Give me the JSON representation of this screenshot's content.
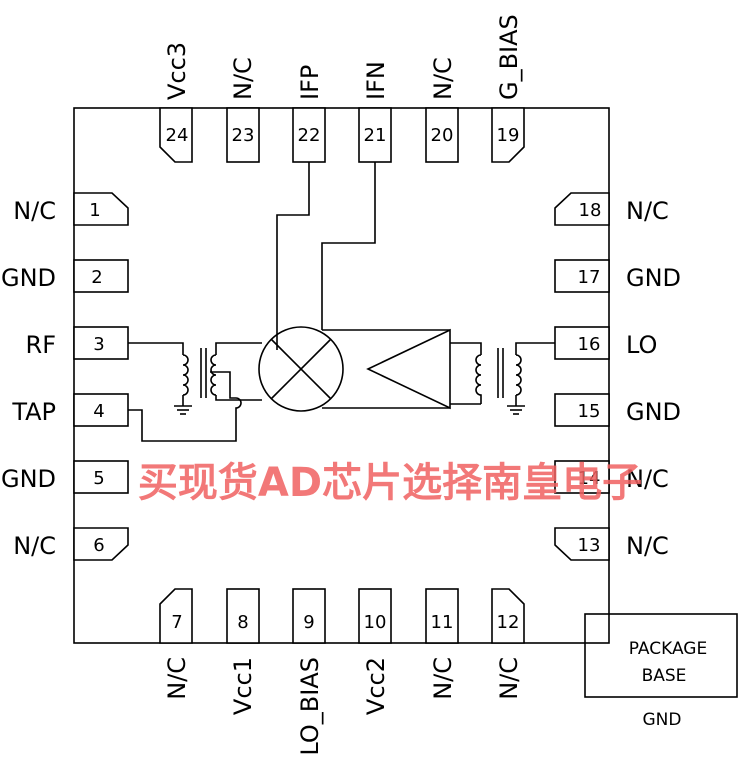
{
  "pins": {
    "p1": {
      "num": "1",
      "label": "N/C"
    },
    "p2": {
      "num": "2",
      "label": "GND"
    },
    "p3": {
      "num": "3",
      "label": "RF"
    },
    "p4": {
      "num": "4",
      "label": "TAP"
    },
    "p5": {
      "num": "5",
      "label": "GND"
    },
    "p6": {
      "num": "6",
      "label": "N/C"
    },
    "p7": {
      "num": "7",
      "label": "N/C"
    },
    "p8": {
      "num": "8",
      "label": "Vcc1"
    },
    "p9": {
      "num": "9",
      "label": "LO_BIAS"
    },
    "p10": {
      "num": "10",
      "label": "Vcc2"
    },
    "p11": {
      "num": "11",
      "label": "N/C"
    },
    "p12": {
      "num": "12",
      "label": "N/C"
    },
    "p13": {
      "num": "13",
      "label": "N/C"
    },
    "p14": {
      "num": "14",
      "label": "N/C"
    },
    "p15": {
      "num": "15",
      "label": "GND"
    },
    "p16": {
      "num": "16",
      "label": "LO"
    },
    "p17": {
      "num": "17",
      "label": "GND"
    },
    "p18": {
      "num": "18",
      "label": "N/C"
    },
    "p19": {
      "num": "19",
      "label": "G_BIAS"
    },
    "p20": {
      "num": "20",
      "label": "N/C"
    },
    "p21": {
      "num": "21",
      "label": "IFN"
    },
    "p22": {
      "num": "22",
      "label": "IFP"
    },
    "p23": {
      "num": "23",
      "label": "N/C"
    },
    "p24": {
      "num": "24",
      "label": "Vcc3"
    }
  },
  "package_base": {
    "line1": "PACKAGE",
    "line2": "BASE",
    "gnd": "GND"
  },
  "watermark": "买现货AD芯片选择南皇电子"
}
